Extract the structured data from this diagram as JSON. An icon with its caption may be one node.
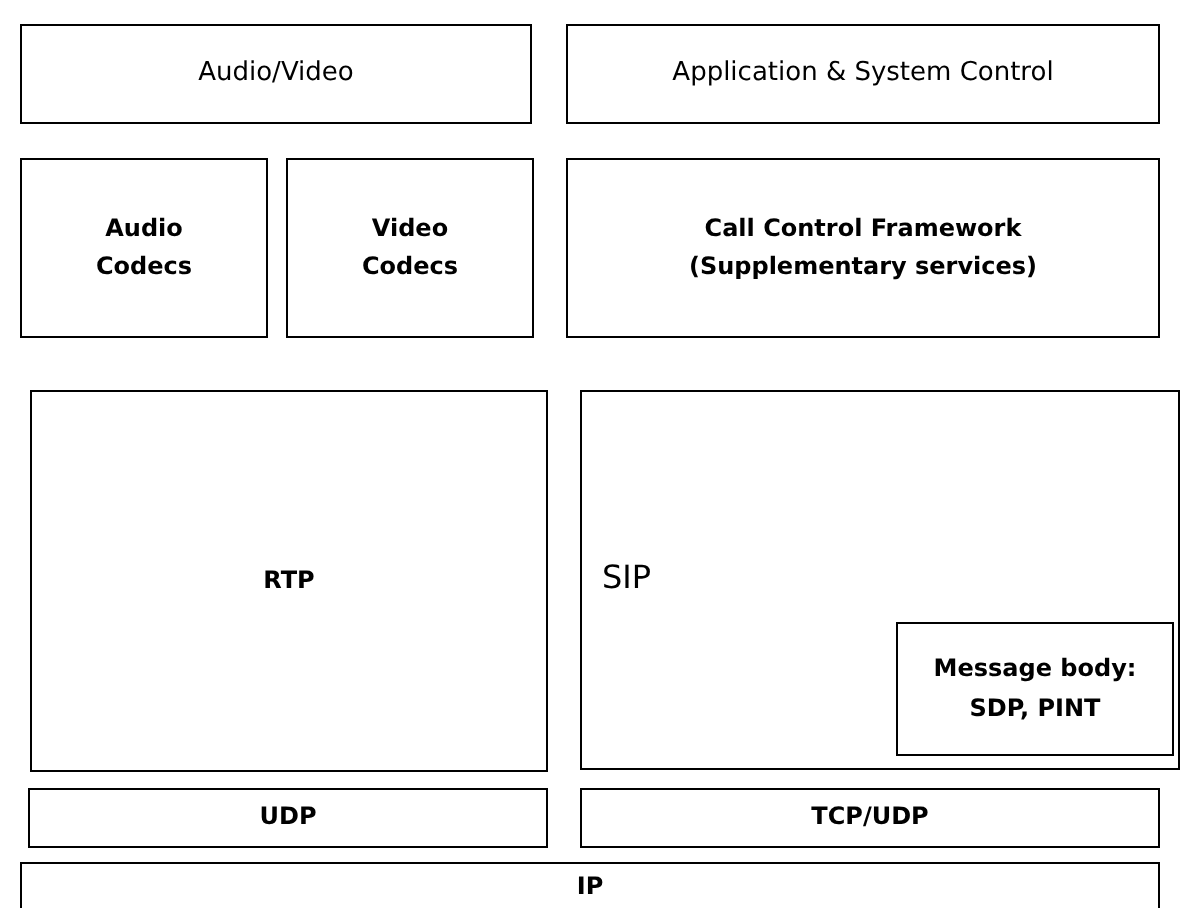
{
  "diagram": {
    "nodes": [
      {
        "text": [
          "Audio/Video"
        ]
      },
      {
        "text": [
          "Application & System Control"
        ]
      },
      {
        "text": [
          "Audio Codecs"
        ]
      },
      {
        "text": [
          "Video Codecs"
        ]
      },
      {
        "text": [
          "Call Control Framework (Supplementary services)"
        ]
      },
      {
        "text": [
          "RTP"
        ]
      },
      {
        "text": [
          "SIP"
        ]
      },
      {
        "text": [
          "Message body: SDP, PINT"
        ],
        "in": 6
      },
      {
        "text": [
          "UDP"
        ]
      },
      {
        "text": [
          "TCP/UDP"
        ]
      },
      {
        "text": [
          "IP"
        ]
      }
    ]
  }
}
